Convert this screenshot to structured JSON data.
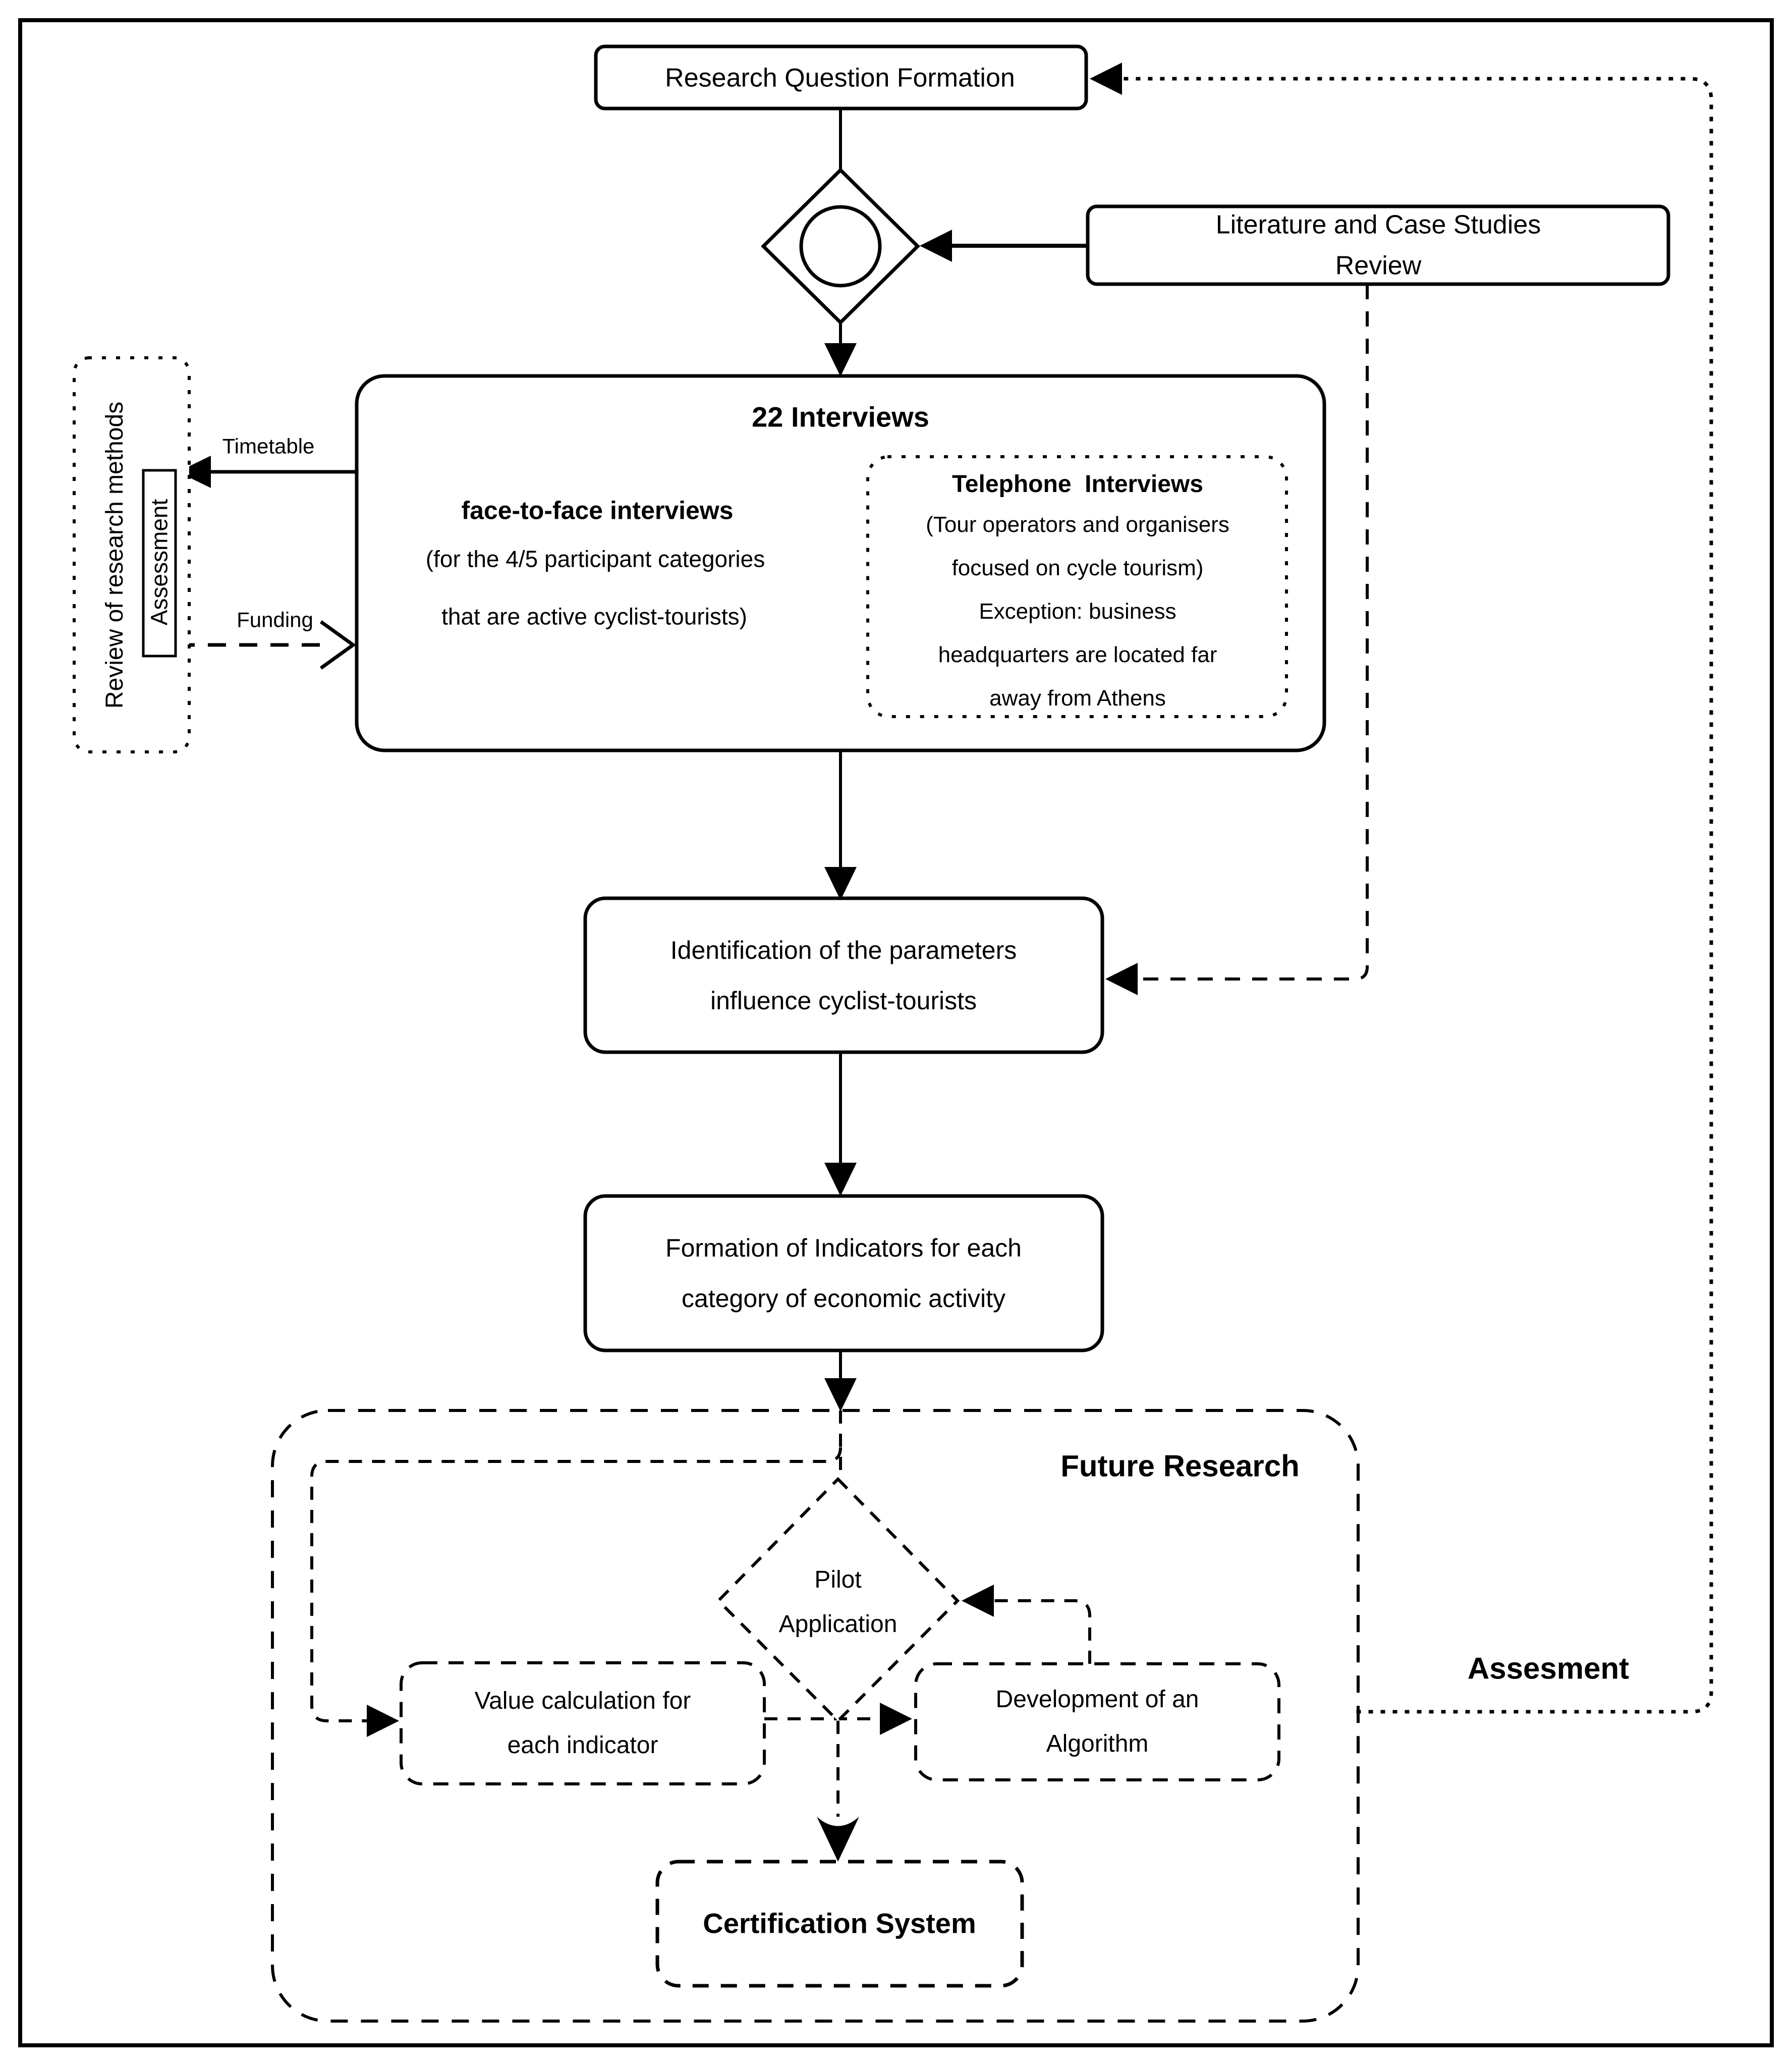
{
  "nodes": {
    "research_question": "Research Question Formation",
    "literature_review": "Literature and Case Studies Review",
    "interviews_title": "22 Interviews",
    "face_to_face": "face-to-face interviews",
    "face_to_face_note1": "(for the 4/5 participant categories",
    "face_to_face_note2": "that are active cyclist-tourists)",
    "telephone_title": "Telephone  Interviews",
    "telephone_body": "(Tour operators and organisers\nfocused on cycle tourism)\nException: business\nheadquarters are located far\naway from Athens",
    "review_methods": "Review of research methods",
    "assessment_box": "Assessment",
    "identification": "Identification of the parameters\ninfluence cyclist-tourists",
    "formation": "Formation of Indicators for each\ncategory of economic activity",
    "future_research": "Future Research",
    "pilot": "Pilot\nApplication",
    "value_calculation": "Value calculation for\neach indicator",
    "development": "Development of an\nAlgorithm",
    "certification": "Certification System",
    "assesment": "Assesment"
  },
  "edges": {
    "timetable": "Timetable",
    "funding": "Funding"
  },
  "colors": {
    "ink": "#000000",
    "background": "#ffffff"
  }
}
